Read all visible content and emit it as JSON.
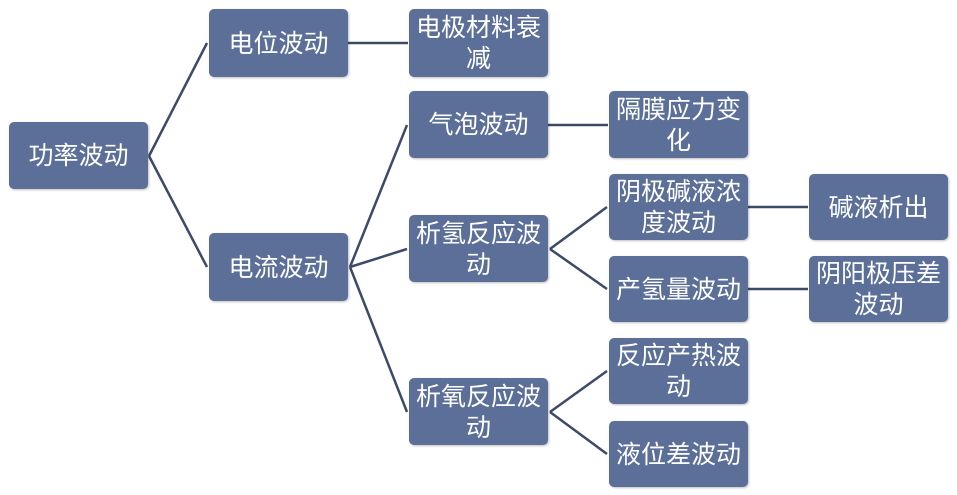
{
  "nodes": {
    "power": "功率波动",
    "potential": "电位波动",
    "current": "电流波动",
    "electrode_decay": "电极材料衰减",
    "bubble": "气泡波动",
    "her": "析氢反应波动",
    "oer": "析氧反应波动",
    "membrane": "隔膜应力变化",
    "cathode_lye": "阴极碱液浓度波动",
    "h2_output": "产氢量波动",
    "heat": "反应产热波动",
    "level_diff": "液位差波动",
    "lye_precip": "碱液析出",
    "pressure_diff": "阴阳极压差波动"
  },
  "colors": {
    "node_fill": "#5b6f98",
    "connector": "#3d4a68"
  }
}
